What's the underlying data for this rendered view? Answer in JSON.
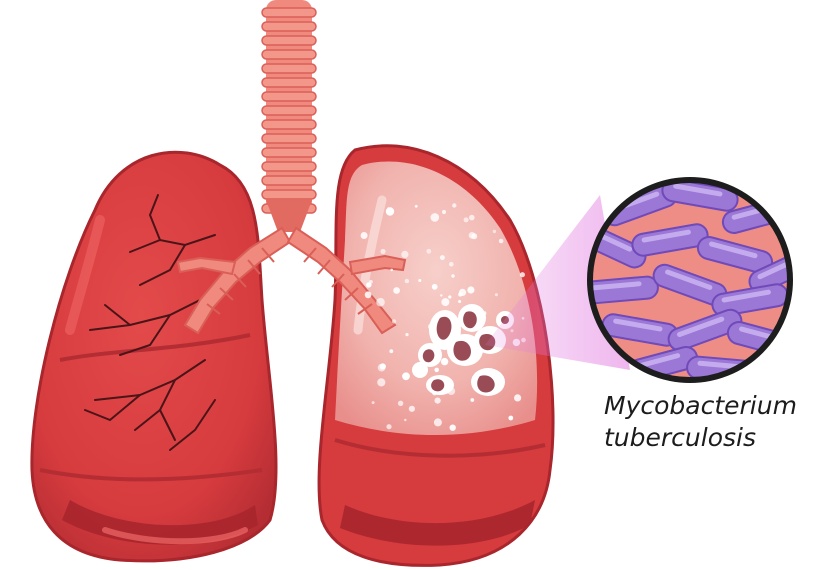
{
  "diagram": {
    "label_line1": "Mycobacterium",
    "label_line2": "tuberculosis",
    "colors": {
      "lung_red": "#d63b3e",
      "lung_dark": "#a8262c",
      "lung_highlight": "#f06a68",
      "infected_lung_pink": "#f3b9b5",
      "trachea": "#f08a7e",
      "trachea_ring": "#d95f58",
      "lesion": "#9a4c56",
      "bacteria": "#9b77d6",
      "bacteria_dark": "#6f4ab8",
      "magnifier_beam": "#e27ae0",
      "magnifier_border": "#1d1d1d",
      "vessel": "#4a1418"
    },
    "icons": [
      "lungs-illustration",
      "trachea-icon",
      "bronchi-icon",
      "lesion-cluster-icon",
      "magnifier-circle-icon",
      "bacteria-rod-icon"
    ]
  }
}
